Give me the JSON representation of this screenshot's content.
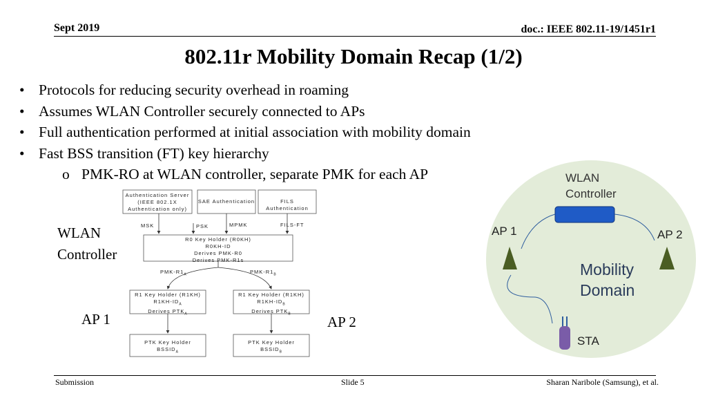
{
  "header": {
    "date": "Sept 2019",
    "doc": "doc.: IEEE 802.11-19/1451r1"
  },
  "title": "802.11r Mobility Domain Recap (1/2)",
  "bullets": [
    "Protocols for reducing security overhead in roaming",
    "Assumes WLAN Controller securely connected to APs",
    "Full authentication performed at initial association with mobility domain",
    "Fast BSS transition (FT) key hierarchy"
  ],
  "sub_bullet": "PMK-RO at WLAN controller, separate PMK for each AP",
  "sub_marker": "o",
  "bullet_marker": "•",
  "hierarchy": {
    "auth_server": [
      "Authentication Server",
      "(IEEE 802.1X",
      "Authentication only)"
    ],
    "sae_auth": "SAE Authentication",
    "fils_auth": "FILS Authentication",
    "msk": "MSK",
    "psk": "PSK",
    "mpmk": "MPMK",
    "fils_ft": "FILS-FT",
    "r0": [
      "R0 Key Holder (R0KH)",
      "R0KH-ID",
      "Derives PMK-R0",
      "Derives PMK-R1s"
    ],
    "pmk_r1a": "PMK-R1",
    "pmk_r1a_sub": "A",
    "pmk_r1b": "PMK-R1",
    "pmk_r1b_sub": "B",
    "r1a": {
      "l1": "R1 Key Holder (R1KH)",
      "l2": "R1KH-ID",
      "l2_sub": "A",
      "l3": "Derives PTK",
      "l3_sub": "A"
    },
    "r1b": {
      "l1": "R1 Key Holder (R1KH)",
      "l2": "R1KH-ID",
      "l2_sub": "B",
      "l3": "Derives PTK",
      "l3_sub": "B"
    },
    "ptka": {
      "l1": "PTK Key Holder",
      "l2": "BSSID",
      "l2_sub": "A"
    },
    "ptkb": {
      "l1": "PTK Key Holder",
      "l2": "BSSID",
      "l2_sub": "B"
    },
    "wlan_controller": [
      "WLAN",
      "Controller"
    ],
    "ap1": "AP 1",
    "ap2": "AP 2"
  },
  "domain_diagram": {
    "wlan_controller": [
      "WLAN",
      "Controller"
    ],
    "ap1": "AP 1",
    "ap2": "AP 2",
    "mobility_domain": [
      "Mobility",
      "Domain"
    ],
    "sta": "STA",
    "colors": {
      "ellipse": "#e3ecd9",
      "controller": "#1f5bc6",
      "ap": "#4a5d23",
      "sta": "#7a5ca8",
      "link": "#2e5d9e"
    }
  },
  "footer": {
    "left": "Submission",
    "center": "Slide 5",
    "right": "Sharan Naribole (Samsung), et al."
  }
}
